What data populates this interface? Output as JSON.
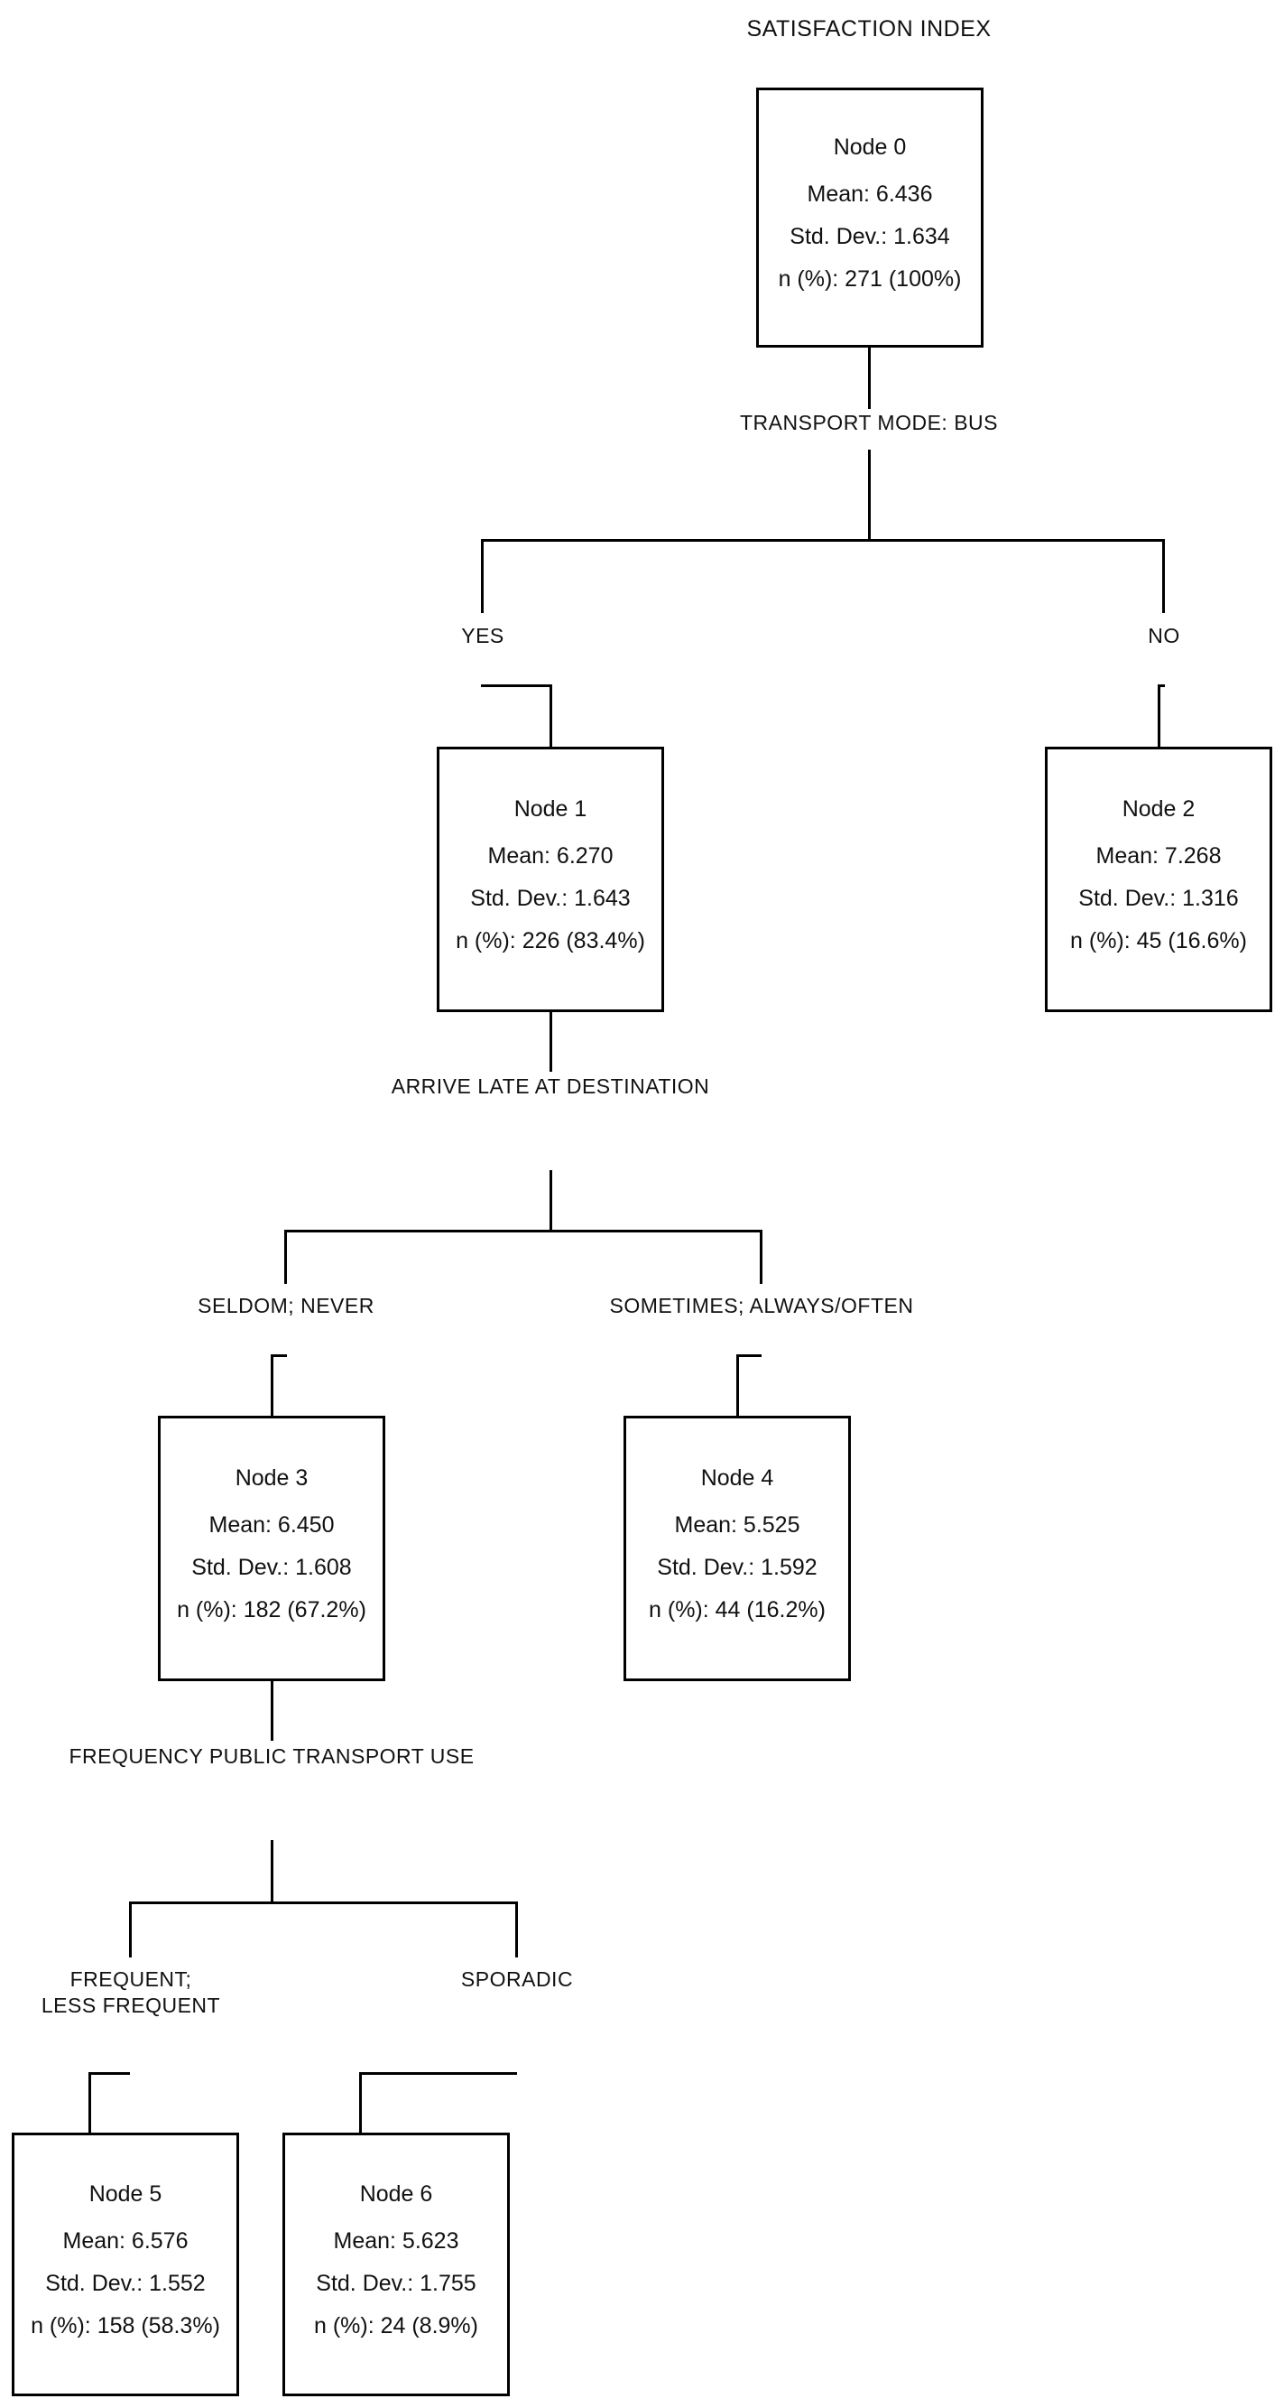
{
  "diagram": {
    "type": "decision-tree",
    "title": "SATISFACTION INDEX",
    "labels": {
      "node_prefix": "Node",
      "mean_prefix": "Mean:",
      "sd_prefix": "Std. Dev.:",
      "n_prefix": "n (%):"
    },
    "nodes": [
      {
        "id": "node-0",
        "title": "Node 0",
        "mean": "Mean: 6.436",
        "sd": "Std. Dev.: 1.634",
        "n": "n (%): 271 (100%)",
        "mean_value": 6.436,
        "sd_value": 1.634,
        "n_value": 271,
        "pct_value": 100.0
      },
      {
        "id": "node-1",
        "title": "Node 1",
        "mean": "Mean: 6.270",
        "sd": "Std. Dev.: 1.643",
        "n": "n (%): 226 (83.4%)",
        "mean_value": 6.27,
        "sd_value": 1.643,
        "n_value": 226,
        "pct_value": 83.4
      },
      {
        "id": "node-2",
        "title": "Node 2",
        "mean": "Mean: 7.268",
        "sd": "Std. Dev.: 1.316",
        "n": "n (%): 45 (16.6%)",
        "mean_value": 7.268,
        "sd_value": 1.316,
        "n_value": 45,
        "pct_value": 16.6
      },
      {
        "id": "node-3",
        "title": "Node 3",
        "mean": "Mean: 6.450",
        "sd": "Std. Dev.: 1.608",
        "n": "n (%): 182 (67.2%)",
        "mean_value": 6.45,
        "sd_value": 1.608,
        "n_value": 182,
        "pct_value": 67.2
      },
      {
        "id": "node-4",
        "title": "Node 4",
        "mean": "Mean: 5.525",
        "sd": "Std. Dev.: 1.592",
        "n": "n (%): 44 (16.2%)",
        "mean_value": 5.525,
        "sd_value": 1.592,
        "n_value": 44,
        "pct_value": 16.2
      },
      {
        "id": "node-5",
        "title": "Node 5",
        "mean": "Mean: 6.576",
        "sd": "Std. Dev.: 1.552",
        "n": "n (%): 158 (58.3%)",
        "mean_value": 6.576,
        "sd_value": 1.552,
        "n_value": 158,
        "pct_value": 58.3
      },
      {
        "id": "node-6",
        "title": "Node 6",
        "mean": "Mean: 5.623",
        "sd": "Std. Dev.: 1.755",
        "n": "n (%): 24 (8.9%)",
        "mean_value": 5.623,
        "sd_value": 1.755,
        "n_value": 24,
        "pct_value": 8.9
      }
    ],
    "splits": [
      {
        "id": "split-0",
        "parent": "node-0",
        "variable": "TRANSPORT MODE: BUS",
        "branches": [
          {
            "label": "YES",
            "child": "node-1"
          },
          {
            "label": "NO",
            "child": "node-2"
          }
        ]
      },
      {
        "id": "split-1",
        "parent": "node-1",
        "variable": "ARRIVE LATE AT DESTINATION",
        "branches": [
          {
            "label": "SELDOM; NEVER",
            "child": "node-3"
          },
          {
            "label": "SOMETIMES; ALWAYS/OFTEN",
            "child": "node-4"
          }
        ]
      },
      {
        "id": "split-2",
        "parent": "node-3",
        "variable": "FREQUENCY PUBLIC TRANSPORT USE",
        "branches": [
          {
            "label_line1": "FREQUENT;",
            "label_line2": "LESS FREQUENT",
            "child": "node-5"
          },
          {
            "label_line1": "SPORADIC",
            "label_line2": "",
            "child": "node-6"
          }
        ]
      }
    ]
  }
}
